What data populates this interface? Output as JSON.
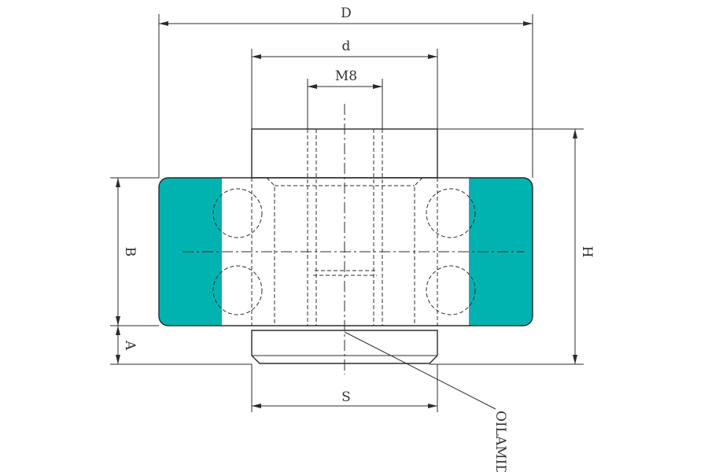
{
  "labels": {
    "D": "D",
    "d": "d",
    "thread": "M8",
    "B": "B",
    "A": "A",
    "H": "H",
    "S": "S",
    "material": "OILAMID"
  },
  "colors": {
    "ring_fill": "#00b3b0",
    "line": "#2b2b2b",
    "background": "#ffffff"
  }
}
